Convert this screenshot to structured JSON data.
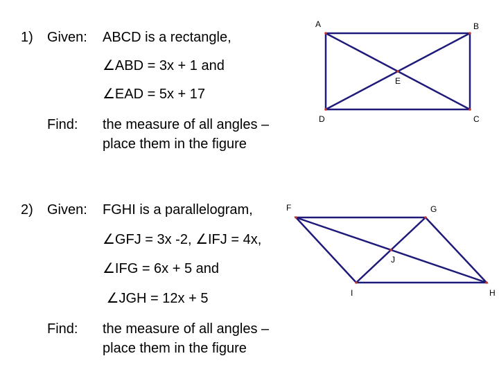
{
  "problem1": {
    "number": "1)",
    "given_label": "Given:",
    "given_lines": [
      "ABCD is a rectangle,",
      "∠ABD = 3x + 1 and",
      "∠EAD = 5x + 17"
    ],
    "find_label": "Find:",
    "find_lines": [
      "the measure of all angles –",
      "place them in the figure"
    ],
    "figure_labels": {
      "A": "A",
      "B": "B",
      "C": "C",
      "D": "D",
      "E": "E"
    }
  },
  "problem2": {
    "number": "2)",
    "given_label": "Given:",
    "given_lines": [
      "FGHI is a parallelogram,",
      "∠GFJ = 3x -2, ∠IFJ = 4x,",
      "∠IFG = 6x + 5 and",
      " ∠JGH = 12x + 5"
    ],
    "find_label": "Find:",
    "find_lines": [
      "the measure of all angles –",
      "place them in the figure"
    ],
    "figure_labels": {
      "F": "F",
      "G": "G",
      "H": "H",
      "I": "I",
      "J": "J"
    }
  },
  "colors": {
    "figure_line": "#1f1a7a",
    "vertex_dot": "#c0392b",
    "text": "#000000"
  }
}
